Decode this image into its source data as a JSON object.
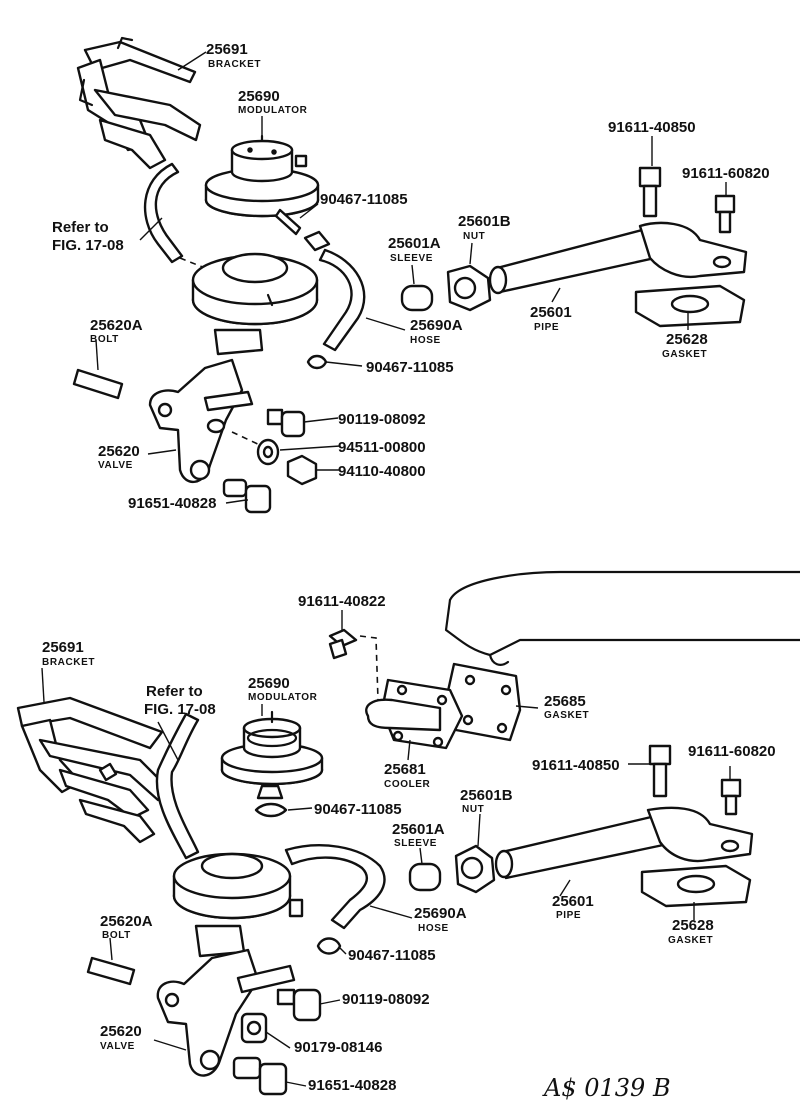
{
  "top": {
    "bracket": {
      "number": "25691",
      "name": "BRACKET"
    },
    "modulator": {
      "number": "25690",
      "name": "MODULATOR"
    },
    "clamp_upper": {
      "number": "90467-11085"
    },
    "refer": {
      "line1": "Refer to",
      "line2": "FIG. 17-08"
    },
    "sleeve": {
      "number": "25601A",
      "name": "SLEEVE"
    },
    "nut": {
      "number": "25601B",
      "name": "NUT"
    },
    "bolt_upper": {
      "number": "91611-40850"
    },
    "bolt_right": {
      "number": "91611-60820"
    },
    "pipe": {
      "number": "25601",
      "name": "PIPE"
    },
    "gasket": {
      "number": "25628",
      "name": "GASKET"
    },
    "hose": {
      "number": "25690A",
      "name": "HOSE"
    },
    "clamp_lower": {
      "number": "90467-11085"
    },
    "bolt": {
      "number": "25620A",
      "name": "BOLT"
    },
    "screw": {
      "number": "90119-08092"
    },
    "washer": {
      "number": "94511-00800"
    },
    "hex_nut": {
      "number": "94110-40800"
    },
    "valve": {
      "number": "25620",
      "name": "VALVE"
    },
    "flange_bolt": {
      "number": "91651-40828"
    }
  },
  "bottom": {
    "cooler_bolt": {
      "number": "91611-40822"
    },
    "bracket": {
      "number": "25691",
      "name": "BRACKET"
    },
    "refer": {
      "line1": "Refer to",
      "line2": "FIG. 17-08"
    },
    "modulator": {
      "number": "25690",
      "name": "MODULATOR"
    },
    "cooler_gasket": {
      "number": "25685",
      "name": "GASKET"
    },
    "cooler": {
      "number": "25681",
      "name": "COOLER"
    },
    "nut": {
      "number": "25601B",
      "name": "NUT"
    },
    "bolt_upper": {
      "number": "91611-40850"
    },
    "bolt_right": {
      "number": "91611-60820"
    },
    "clamp_upper": {
      "number": "90467-11085"
    },
    "sleeve": {
      "number": "25601A",
      "name": "SLEEVE"
    },
    "pipe": {
      "number": "25601",
      "name": "PIPE"
    },
    "gasket": {
      "number": "25628",
      "name": "GASKET"
    },
    "hose": {
      "number": "25690A",
      "name": "HOSE"
    },
    "clamp_lower": {
      "number": "90467-11085"
    },
    "bolt": {
      "number": "25620A",
      "name": "BOLT"
    },
    "screw": {
      "number": "90119-08092"
    },
    "union_bolt": {
      "number": "90179-08146"
    },
    "valve": {
      "number": "25620",
      "name": "VALVE"
    },
    "flange_bolt": {
      "number": "91651-40828"
    }
  },
  "signature": "A$ 0139 B"
}
